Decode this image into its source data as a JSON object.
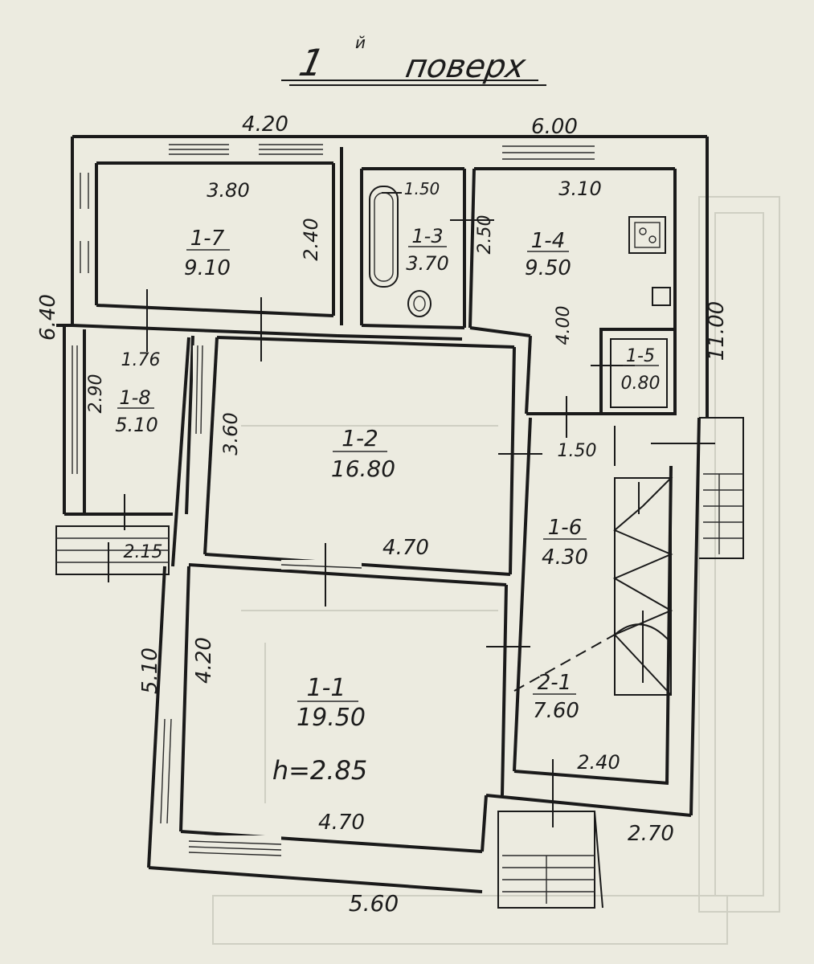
{
  "title": "1-й поверх",
  "title_parts": {
    "number": "1",
    "suffix": "й",
    "word": "поверх"
  },
  "colors": {
    "paper": "#ecebe0",
    "ink": "#1a1a1a",
    "ghost": "#cfcfc3"
  },
  "rooms": [
    {
      "id": "1-7",
      "area": "9.10"
    },
    {
      "id": "1-3",
      "area": "3.70"
    },
    {
      "id": "1-4",
      "area": "9.50"
    },
    {
      "id": "1-5",
      "area": "0.80"
    },
    {
      "id": "1-8",
      "area": "5.10"
    },
    {
      "id": "1-2",
      "area": "16.80"
    },
    {
      "id": "1-6",
      "area": "4.30"
    },
    {
      "id": "1-1",
      "area": "19.50"
    },
    {
      "id": "2-1",
      "area": "7.60"
    }
  ],
  "ceiling_height": "h=2.85",
  "dimensions": {
    "top_left": "4.20",
    "top_right": "6.00",
    "left_side": "6.40",
    "right_side": "11.00",
    "bottom": "5.60",
    "bottom_right": "2.70",
    "lower_left": "5.10",
    "r17_width": "3.80",
    "r17_height": "2.40",
    "r13_width": "1.50",
    "r13_height": "2.50",
    "r14_width": "3.10",
    "r14_height": "4.00",
    "r18_width": "1.76",
    "r18_height": "2.90",
    "r18_bottom": "2.15",
    "r12_height": "3.60",
    "r12_width": "4.70",
    "r16_width": "1.50",
    "r11_height": "4.20",
    "r11_width": "4.70",
    "r21_width": "2.40"
  }
}
